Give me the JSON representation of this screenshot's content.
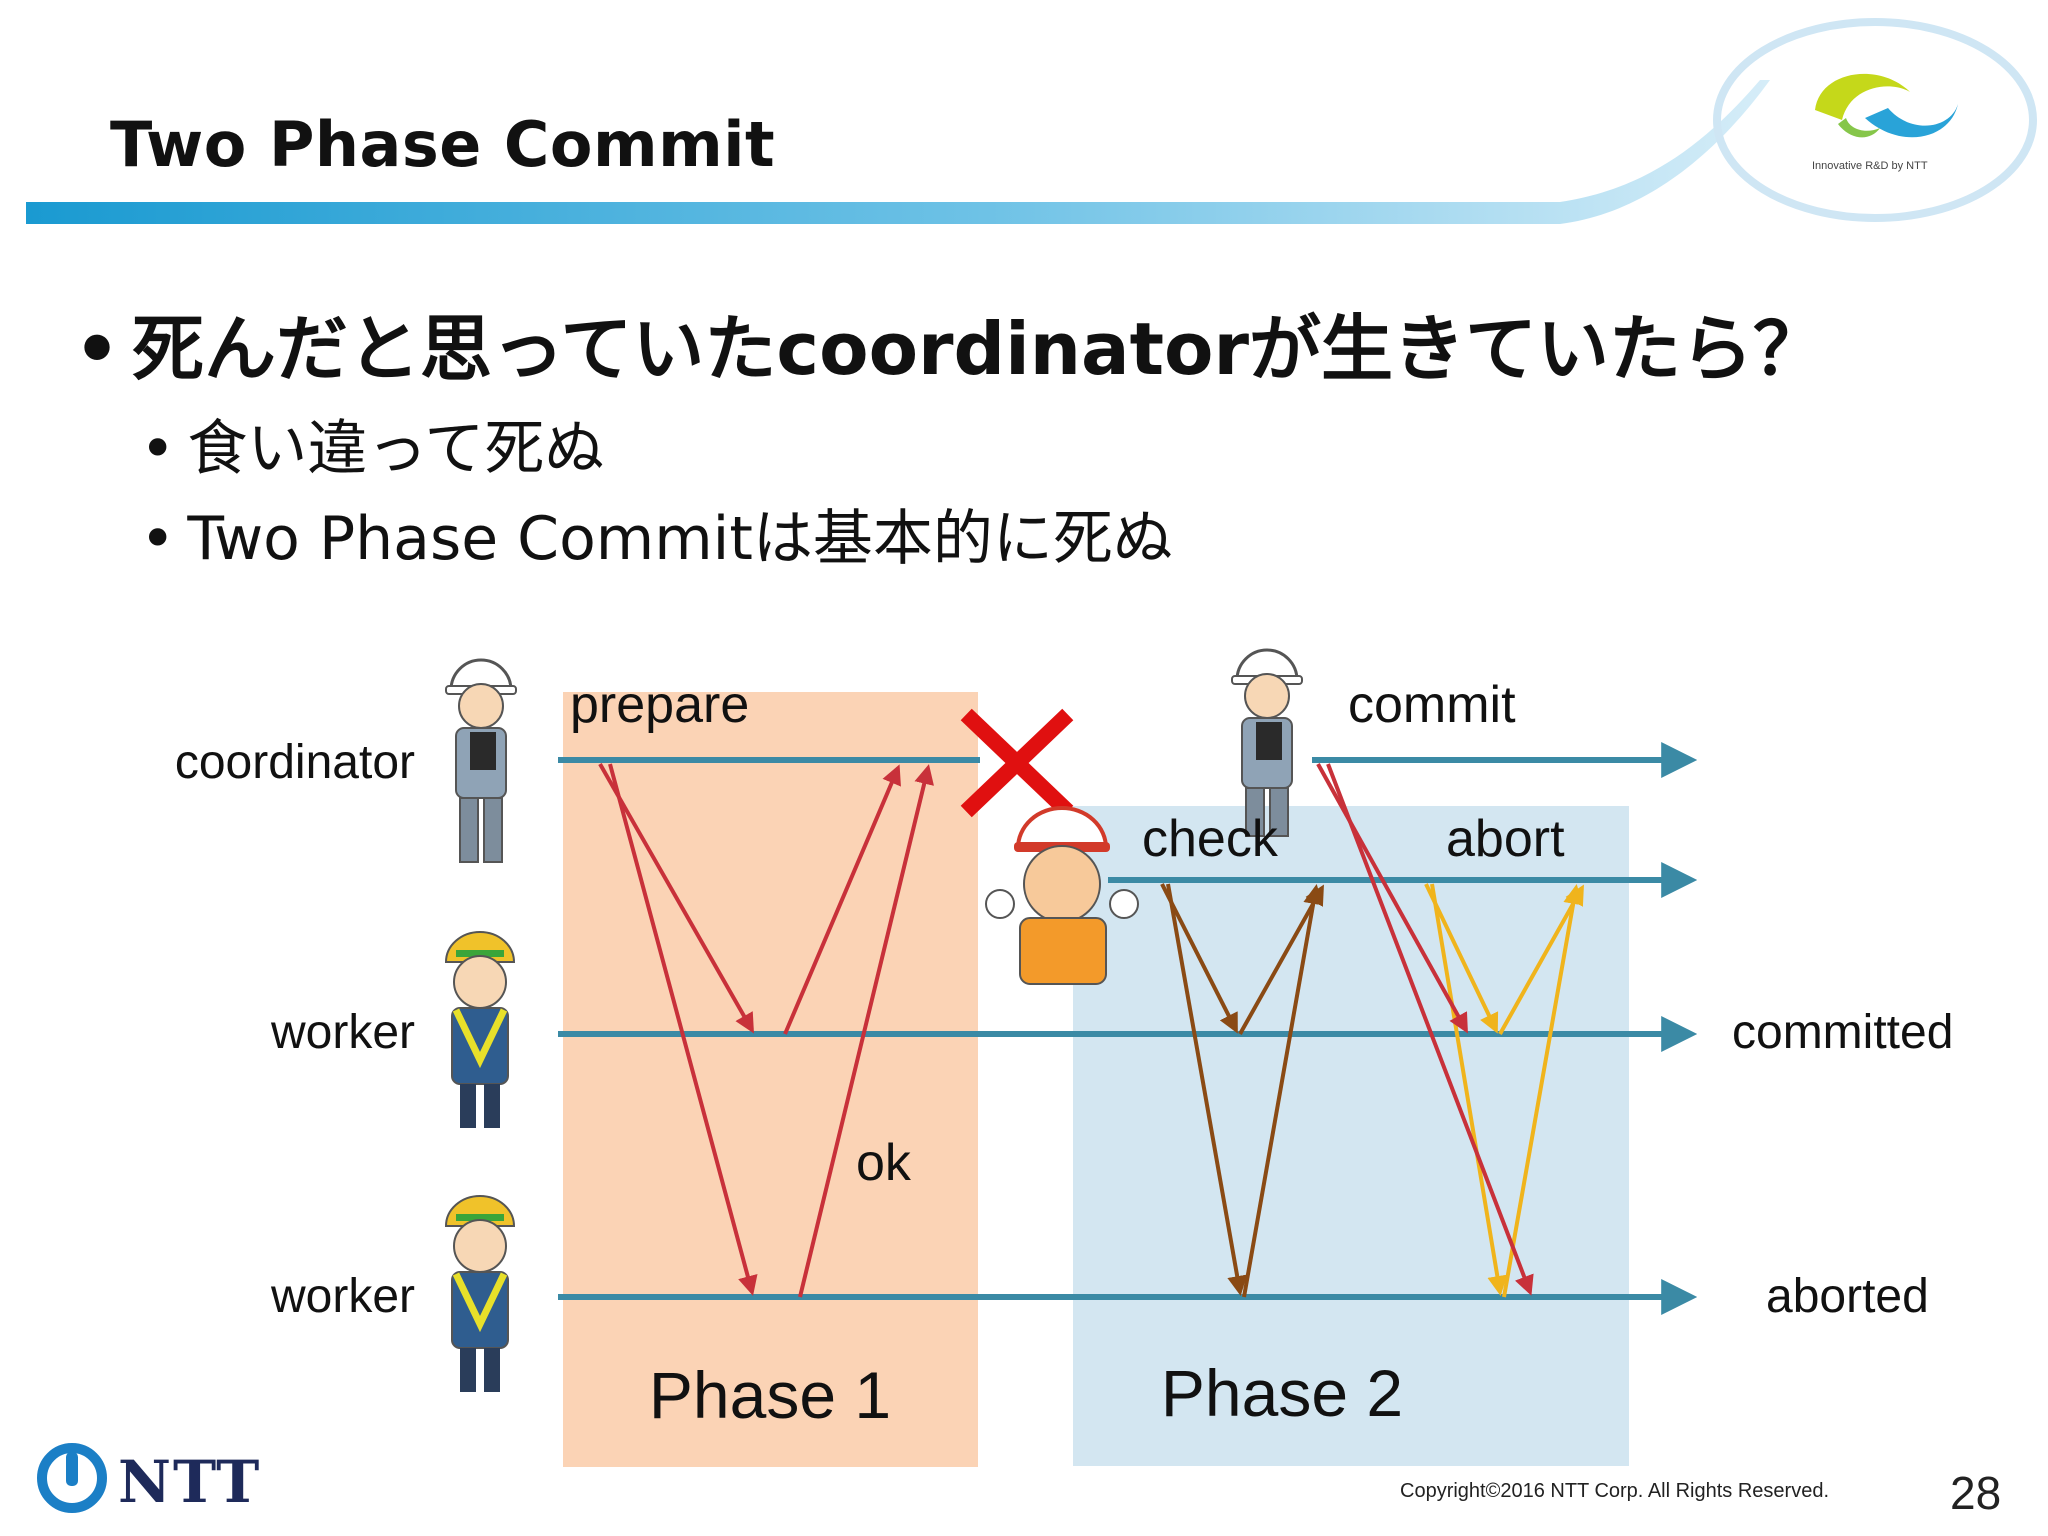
{
  "slide": {
    "title": "Two Phase Commit",
    "bullet_main": "死んだと思っていたcoordinatorが生きていたら？",
    "bullet_dot": "•",
    "sub_bullets": [
      "食い違って死ぬ",
      "Two Phase Commitは基本的に死ぬ"
    ],
    "copyright": "Copyright©2016  NTT Corp. All Rights Reserved.",
    "page_number": "28"
  },
  "branding": {
    "logo_text": "NTT",
    "tagline": "Innovative R&D by NTT"
  },
  "diagram": {
    "lane_labels": {
      "coordinator": "coordinator",
      "worker_top": "worker",
      "worker_bottom": "worker"
    },
    "phase_labels": {
      "phase1": "Phase 1",
      "phase2": "Phase 2"
    },
    "message_labels": {
      "prepare": "prepare",
      "ok": "ok",
      "commit": "commit",
      "check": "check",
      "abort": "abort"
    },
    "outcome_labels": {
      "committed": "committed",
      "aborted": "aborted"
    },
    "crash_mark": "✕",
    "colors": {
      "timeline": "#3b8aa5",
      "phase1_bg": "#fbd3b5",
      "phase2_bg": "#d3e6f1",
      "phase1_messages": "#c8313a",
      "phase2_check": "#8a4a14",
      "phase2_abort": "#f0b41c",
      "crash": "#e01010",
      "accent_bar": "#1a9ad1"
    }
  }
}
